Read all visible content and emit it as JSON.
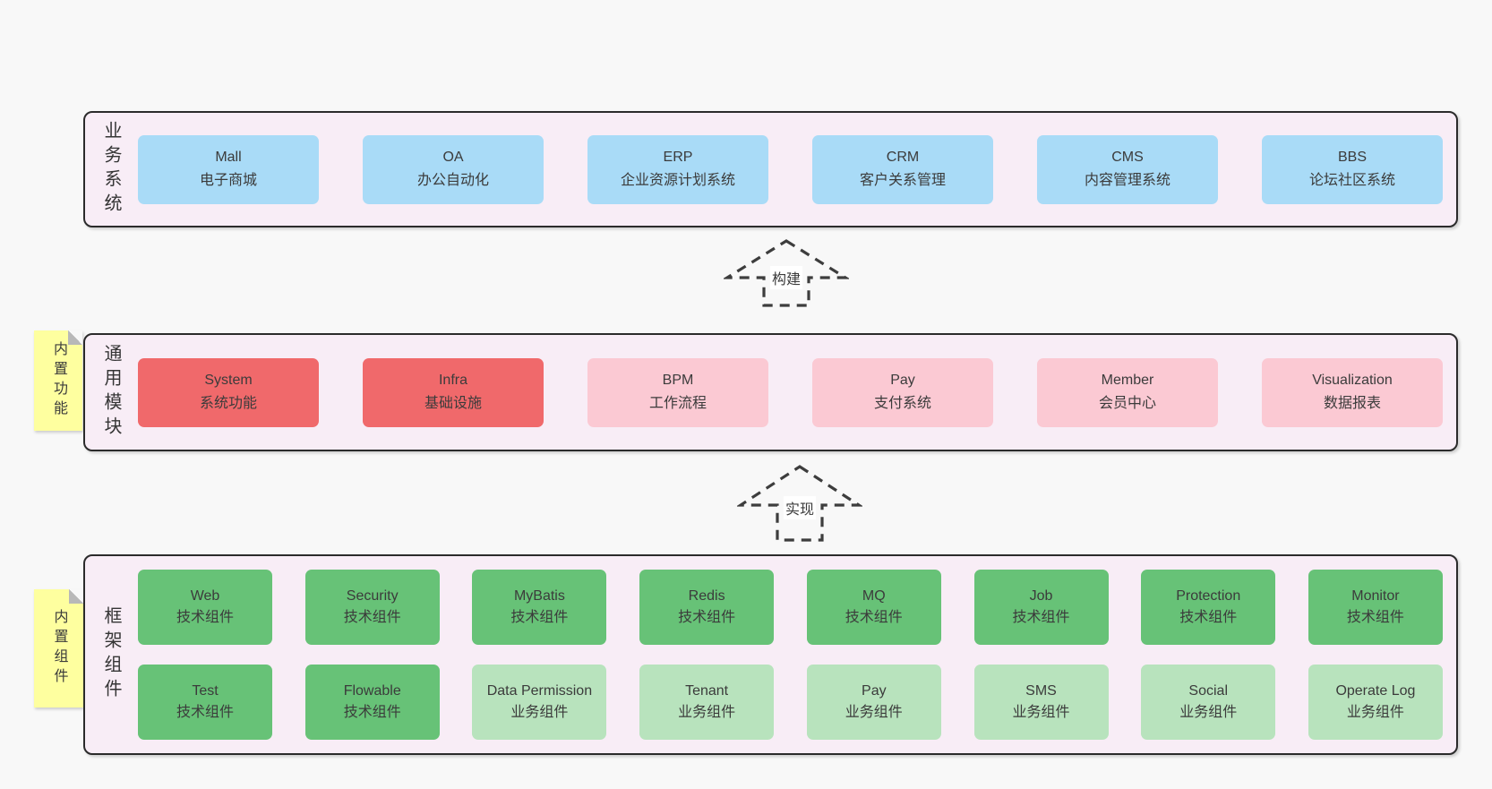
{
  "colors": {
    "page_bg": "#f8f8f8",
    "layer_bg": "#f8edf6",
    "layer_border": "#2b2b2b",
    "node_blue": "#a9dbf7",
    "node_red": "#f0696b",
    "node_pink": "#fbc9d3",
    "node_green_dark": "#67c277",
    "node_green_light": "#b8e3bd",
    "sticky_yellow": "#feff9f",
    "text": "#3b3b3b"
  },
  "layers": [
    {
      "label": "业务系统",
      "boxes": [
        {
          "en": "Mall",
          "zh": "电子商城"
        },
        {
          "en": "OA",
          "zh": "办公自动化"
        },
        {
          "en": "ERP",
          "zh": "企业资源计划系统"
        },
        {
          "en": "CRM",
          "zh": "客户关系管理"
        },
        {
          "en": "CMS",
          "zh": "内容管理系统"
        },
        {
          "en": "BBS",
          "zh": "论坛社区系统"
        }
      ]
    },
    {
      "label": "通用模块",
      "boxes": [
        {
          "en": "System",
          "zh": "系统功能"
        },
        {
          "en": "Infra",
          "zh": "基础设施"
        },
        {
          "en": "BPM",
          "zh": "工作流程"
        },
        {
          "en": "Pay",
          "zh": "支付系统"
        },
        {
          "en": "Member",
          "zh": "会员中心"
        },
        {
          "en": "Visualization",
          "zh": "数据报表"
        }
      ]
    },
    {
      "label": "框架组件",
      "rows": [
        [
          {
            "en": "Web",
            "zh": "技术组件"
          },
          {
            "en": "Security",
            "zh": "技术组件"
          },
          {
            "en": "MyBatis",
            "zh": "技术组件"
          },
          {
            "en": "Redis",
            "zh": "技术组件"
          },
          {
            "en": "MQ",
            "zh": "技术组件"
          },
          {
            "en": "Job",
            "zh": "技术组件"
          },
          {
            "en": "Protection",
            "zh": "技术组件"
          },
          {
            "en": "Monitor",
            "zh": "技术组件"
          }
        ],
        [
          {
            "en": "Test",
            "zh": "技术组件"
          },
          {
            "en": "Flowable",
            "zh": "技术组件"
          },
          {
            "en": "Data Permission",
            "zh": "业务组件"
          },
          {
            "en": "Tenant",
            "zh": "业务组件"
          },
          {
            "en": "Pay",
            "zh": "业务组件"
          },
          {
            "en": "SMS",
            "zh": "业务组件"
          },
          {
            "en": "Social",
            "zh": "业务组件"
          },
          {
            "en": "Operate Log",
            "zh": "业务组件"
          }
        ]
      ]
    }
  ],
  "stickies": [
    {
      "text": "内置功能"
    },
    {
      "text": "内置组件"
    }
  ],
  "arrows": [
    {
      "label": "构建"
    },
    {
      "label": "实现"
    }
  ]
}
